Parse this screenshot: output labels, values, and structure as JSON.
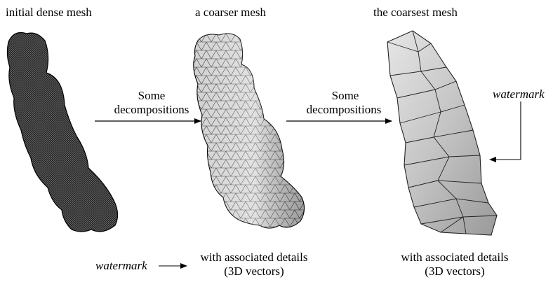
{
  "titles": {
    "initial": "initial dense mesh",
    "coarser": "a coarser mesh",
    "coarsest": "the coarsest mesh"
  },
  "arrows": {
    "first": {
      "line1": "Some",
      "line2": "decompositions"
    },
    "second": {
      "line1": "Some",
      "line2": "decompositions"
    }
  },
  "captions": {
    "coarser_details": {
      "line1": "with associated details",
      "line2": "(3D vectors)"
    },
    "coarsest_details": {
      "line1": "with associated details",
      "line2": "(3D vectors)"
    }
  },
  "watermarks": {
    "bottom": "watermark",
    "right": "watermark"
  },
  "colors": {
    "dense_fill": "#1a1a1a",
    "mesh_fill": "#c8c8c8",
    "mesh_edge": "#222222"
  }
}
